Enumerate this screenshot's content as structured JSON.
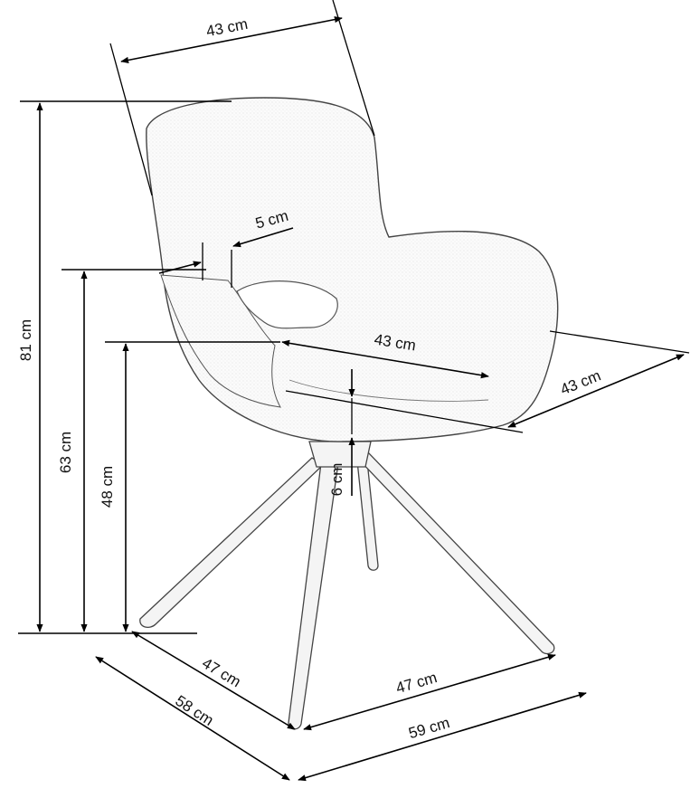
{
  "colors": {
    "line": "#000000",
    "chair_outline": "#444444",
    "chair_fill": "#fbfbfb",
    "leg_fill": "#f4f4f4"
  },
  "dimensions": {
    "back_width": "43 cm",
    "total_height": "81 cm",
    "armrest_height": "63 cm",
    "seat_height": "48 cm",
    "armrest_thickness": "5 cm",
    "seat_width": "43 cm",
    "seat_depth": "43 cm",
    "seat_thickness": "6 cm",
    "leg_span_left": "47 cm",
    "leg_span_right": "47 cm",
    "base_depth": "58 cm",
    "base_width": "59 cm"
  }
}
